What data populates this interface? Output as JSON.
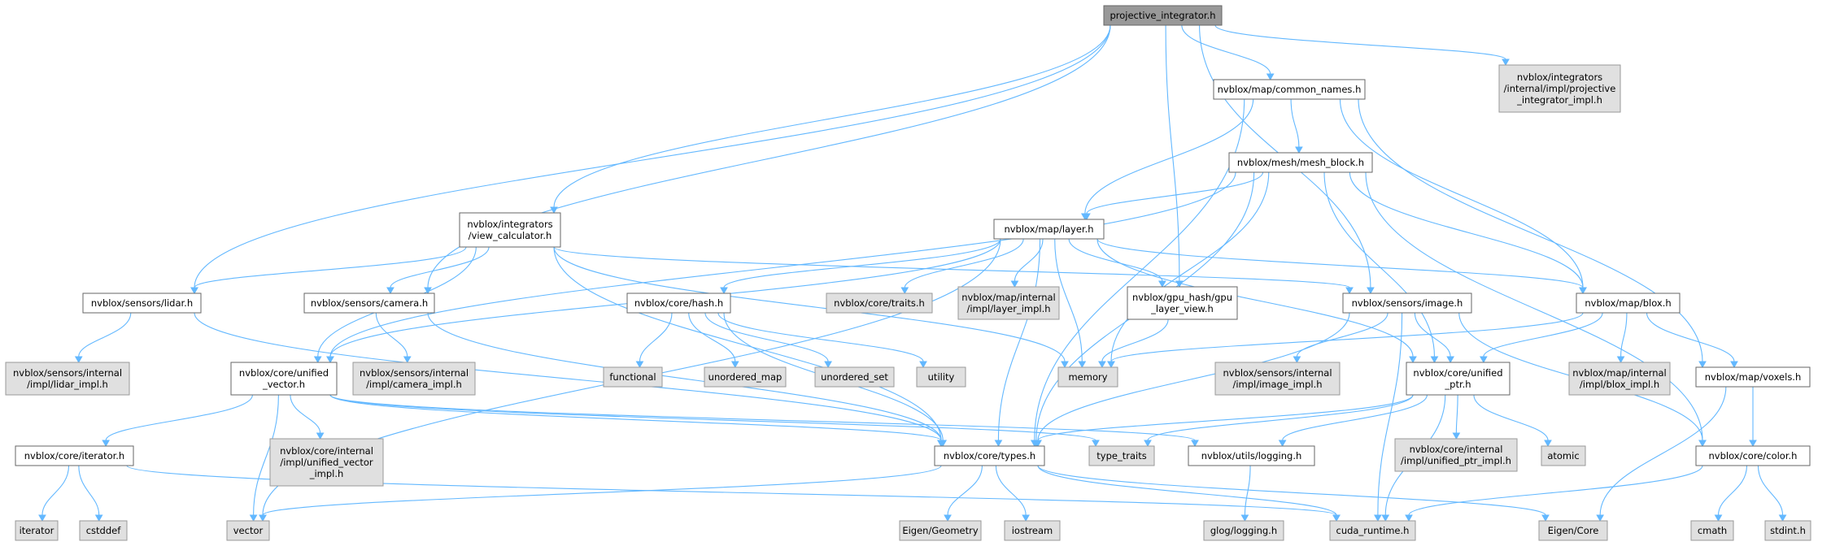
{
  "colors": {
    "edge": "#63b8ff",
    "root_fill": "#999999",
    "link_fill": "#ffffff",
    "plain_fill": "#e0e0e0",
    "border_dark": "#666666",
    "border_light": "#999999"
  },
  "nodes": [
    {
      "id": "root",
      "lines": [
        "projective_integrator.h"
      ],
      "kind": "root"
    },
    {
      "id": "common_names",
      "lines": [
        "nvblox/map/common_names.h"
      ],
      "kind": "link"
    },
    {
      "id": "proj_impl",
      "lines": [
        "nvblox/integrators",
        "/internal/impl/projective",
        "_integrator_impl.h"
      ],
      "kind": "plain"
    },
    {
      "id": "mesh_block",
      "lines": [
        "nvblox/mesh/mesh_block.h"
      ],
      "kind": "link"
    },
    {
      "id": "view_calc",
      "lines": [
        "nvblox/integrators",
        "/view_calculator.h"
      ],
      "kind": "link"
    },
    {
      "id": "layer",
      "lines": [
        "nvblox/map/layer.h"
      ],
      "kind": "link"
    },
    {
      "id": "lidar",
      "lines": [
        "nvblox/sensors/lidar.h"
      ],
      "kind": "link"
    },
    {
      "id": "camera",
      "lines": [
        "nvblox/sensors/camera.h"
      ],
      "kind": "link"
    },
    {
      "id": "hash",
      "lines": [
        "nvblox/core/hash.h"
      ],
      "kind": "link"
    },
    {
      "id": "traits",
      "lines": [
        "nvblox/core/traits.h"
      ],
      "kind": "plain"
    },
    {
      "id": "layer_impl",
      "lines": [
        "nvblox/map/internal",
        "/impl/layer_impl.h"
      ],
      "kind": "plain"
    },
    {
      "id": "gpu_layer_view",
      "lines": [
        "nvblox/gpu_hash/gpu",
        "_layer_view.h"
      ],
      "kind": "link"
    },
    {
      "id": "image",
      "lines": [
        "nvblox/sensors/image.h"
      ],
      "kind": "link"
    },
    {
      "id": "blox",
      "lines": [
        "nvblox/map/blox.h"
      ],
      "kind": "link"
    },
    {
      "id": "lidar_impl",
      "lines": [
        "nvblox/sensors/internal",
        "/impl/lidar_impl.h"
      ],
      "kind": "plain"
    },
    {
      "id": "unified_vector",
      "lines": [
        "nvblox/core/unified",
        "_vector.h"
      ],
      "kind": "link"
    },
    {
      "id": "camera_impl",
      "lines": [
        "nvblox/sensors/internal",
        "/impl/camera_impl.h"
      ],
      "kind": "plain"
    },
    {
      "id": "functional",
      "lines": [
        "functional"
      ],
      "kind": "plain"
    },
    {
      "id": "unordered_map",
      "lines": [
        "unordered_map"
      ],
      "kind": "plain"
    },
    {
      "id": "unordered_set",
      "lines": [
        "unordered_set"
      ],
      "kind": "plain"
    },
    {
      "id": "utility",
      "lines": [
        "utility"
      ],
      "kind": "plain"
    },
    {
      "id": "memory",
      "lines": [
        "memory"
      ],
      "kind": "plain"
    },
    {
      "id": "image_impl",
      "lines": [
        "nvblox/sensors/internal",
        "/impl/image_impl.h"
      ],
      "kind": "plain"
    },
    {
      "id": "unified_ptr",
      "lines": [
        "nvblox/core/unified",
        "_ptr.h"
      ],
      "kind": "link"
    },
    {
      "id": "blox_impl",
      "lines": [
        "nvblox/map/internal",
        "/impl/blox_impl.h"
      ],
      "kind": "plain"
    },
    {
      "id": "voxels",
      "lines": [
        "nvblox/map/voxels.h"
      ],
      "kind": "link"
    },
    {
      "id": "iterator_h",
      "lines": [
        "nvblox/core/iterator.h"
      ],
      "kind": "link"
    },
    {
      "id": "uvec_impl",
      "lines": [
        "nvblox/core/internal",
        "/impl/unified_vector",
        "_impl.h"
      ],
      "kind": "plain"
    },
    {
      "id": "types",
      "lines": [
        "nvblox/core/types.h"
      ],
      "kind": "link"
    },
    {
      "id": "type_traits",
      "lines": [
        "type_traits"
      ],
      "kind": "plain"
    },
    {
      "id": "logging",
      "lines": [
        "nvblox/utils/logging.h"
      ],
      "kind": "link"
    },
    {
      "id": "uptr_impl",
      "lines": [
        "nvblox/core/internal",
        "/impl/unified_ptr_impl.h"
      ],
      "kind": "plain"
    },
    {
      "id": "atomic",
      "lines": [
        "atomic"
      ],
      "kind": "plain"
    },
    {
      "id": "color",
      "lines": [
        "nvblox/core/color.h"
      ],
      "kind": "link"
    },
    {
      "id": "iterator",
      "lines": [
        "iterator"
      ],
      "kind": "plain"
    },
    {
      "id": "cstddef",
      "lines": [
        "cstddef"
      ],
      "kind": "plain"
    },
    {
      "id": "vector",
      "lines": [
        "vector"
      ],
      "kind": "plain"
    },
    {
      "id": "eigen_geom",
      "lines": [
        "Eigen/Geometry"
      ],
      "kind": "plain"
    },
    {
      "id": "iostream",
      "lines": [
        "iostream"
      ],
      "kind": "plain"
    },
    {
      "id": "glog",
      "lines": [
        "glog/logging.h"
      ],
      "kind": "plain"
    },
    {
      "id": "cuda_runtime",
      "lines": [
        "cuda_runtime.h"
      ],
      "kind": "plain"
    },
    {
      "id": "eigen_core",
      "lines": [
        "Eigen/Core"
      ],
      "kind": "plain"
    },
    {
      "id": "cmath",
      "lines": [
        "cmath"
      ],
      "kind": "plain"
    },
    {
      "id": "stdint",
      "lines": [
        "stdint.h"
      ],
      "kind": "plain"
    }
  ],
  "edges": [
    {
      "from": "root",
      "to": "common_names"
    },
    {
      "from": "root",
      "to": "proj_impl"
    },
    {
      "from": "root",
      "to": "view_calc"
    },
    {
      "from": "root",
      "to": "lidar"
    },
    {
      "from": "root",
      "to": "camera"
    },
    {
      "from": "root",
      "to": "gpu_layer_view"
    },
    {
      "from": "root",
      "to": "image"
    },
    {
      "from": "common_names",
      "to": "mesh_block"
    },
    {
      "from": "common_names",
      "to": "layer"
    },
    {
      "from": "common_names",
      "to": "types"
    },
    {
      "from": "common_names",
      "to": "blox"
    },
    {
      "from": "common_names",
      "to": "voxels"
    },
    {
      "from": "mesh_block",
      "to": "layer"
    },
    {
      "from": "mesh_block",
      "to": "unified_vector"
    },
    {
      "from": "mesh_block",
      "to": "memory"
    },
    {
      "from": "mesh_block",
      "to": "types"
    },
    {
      "from": "mesh_block",
      "to": "unified_ptr"
    },
    {
      "from": "mesh_block",
      "to": "blox"
    },
    {
      "from": "mesh_block",
      "to": "color"
    },
    {
      "from": "view_calc",
      "to": "lidar"
    },
    {
      "from": "view_calc",
      "to": "camera"
    },
    {
      "from": "view_calc",
      "to": "unified_vector"
    },
    {
      "from": "view_calc",
      "to": "image"
    },
    {
      "from": "view_calc",
      "to": "types"
    },
    {
      "from": "view_calc",
      "to": "memory"
    },
    {
      "from": "layer",
      "to": "hash"
    },
    {
      "from": "layer",
      "to": "traits"
    },
    {
      "from": "layer",
      "to": "layer_impl"
    },
    {
      "from": "layer",
      "to": "gpu_layer_view"
    },
    {
      "from": "layer",
      "to": "blox"
    },
    {
      "from": "layer",
      "to": "unified_vector"
    },
    {
      "from": "layer",
      "to": "memory"
    },
    {
      "from": "layer",
      "to": "unified_ptr"
    },
    {
      "from": "layer",
      "to": "types"
    },
    {
      "from": "layer",
      "to": "vector"
    },
    {
      "from": "lidar",
      "to": "lidar_impl"
    },
    {
      "from": "lidar",
      "to": "types"
    },
    {
      "from": "camera",
      "to": "camera_impl"
    },
    {
      "from": "camera",
      "to": "types"
    },
    {
      "from": "hash",
      "to": "functional"
    },
    {
      "from": "hash",
      "to": "unordered_map"
    },
    {
      "from": "hash",
      "to": "unordered_set"
    },
    {
      "from": "hash",
      "to": "utility"
    },
    {
      "from": "hash",
      "to": "types"
    },
    {
      "from": "gpu_layer_view",
      "to": "memory"
    },
    {
      "from": "image",
      "to": "image_impl"
    },
    {
      "from": "image",
      "to": "unified_ptr"
    },
    {
      "from": "image",
      "to": "types"
    },
    {
      "from": "image",
      "to": "cuda_runtime"
    },
    {
      "from": "image",
      "to": "color"
    },
    {
      "from": "blox",
      "to": "memory"
    },
    {
      "from": "blox",
      "to": "unified_ptr"
    },
    {
      "from": "blox",
      "to": "blox_impl"
    },
    {
      "from": "blox",
      "to": "voxels"
    },
    {
      "from": "unified_vector",
      "to": "iterator_h"
    },
    {
      "from": "unified_vector",
      "to": "vector"
    },
    {
      "from": "unified_vector",
      "to": "uvec_impl"
    },
    {
      "from": "unified_vector",
      "to": "types"
    },
    {
      "from": "unified_vector",
      "to": "type_traits"
    },
    {
      "from": "unified_vector",
      "to": "logging"
    },
    {
      "from": "unified_ptr",
      "to": "types"
    },
    {
      "from": "unified_ptr",
      "to": "type_traits"
    },
    {
      "from": "unified_ptr",
      "to": "logging"
    },
    {
      "from": "unified_ptr",
      "to": "uptr_impl"
    },
    {
      "from": "unified_ptr",
      "to": "atomic"
    },
    {
      "from": "unified_ptr",
      "to": "cuda_runtime"
    },
    {
      "from": "voxels",
      "to": "color"
    },
    {
      "from": "voxels",
      "to": "eigen_core"
    },
    {
      "from": "iterator_h",
      "to": "iterator"
    },
    {
      "from": "iterator_h",
      "to": "cstddef"
    },
    {
      "from": "iterator_h",
      "to": "cuda_runtime"
    },
    {
      "from": "types",
      "to": "vector"
    },
    {
      "from": "types",
      "to": "eigen_geom"
    },
    {
      "from": "types",
      "to": "iostream"
    },
    {
      "from": "types",
      "to": "cuda_runtime"
    },
    {
      "from": "types",
      "to": "eigen_core"
    },
    {
      "from": "logging",
      "to": "glog"
    },
    {
      "from": "color",
      "to": "cmath"
    },
    {
      "from": "color",
      "to": "stdint"
    },
    {
      "from": "color",
      "to": "cuda_runtime"
    }
  ]
}
